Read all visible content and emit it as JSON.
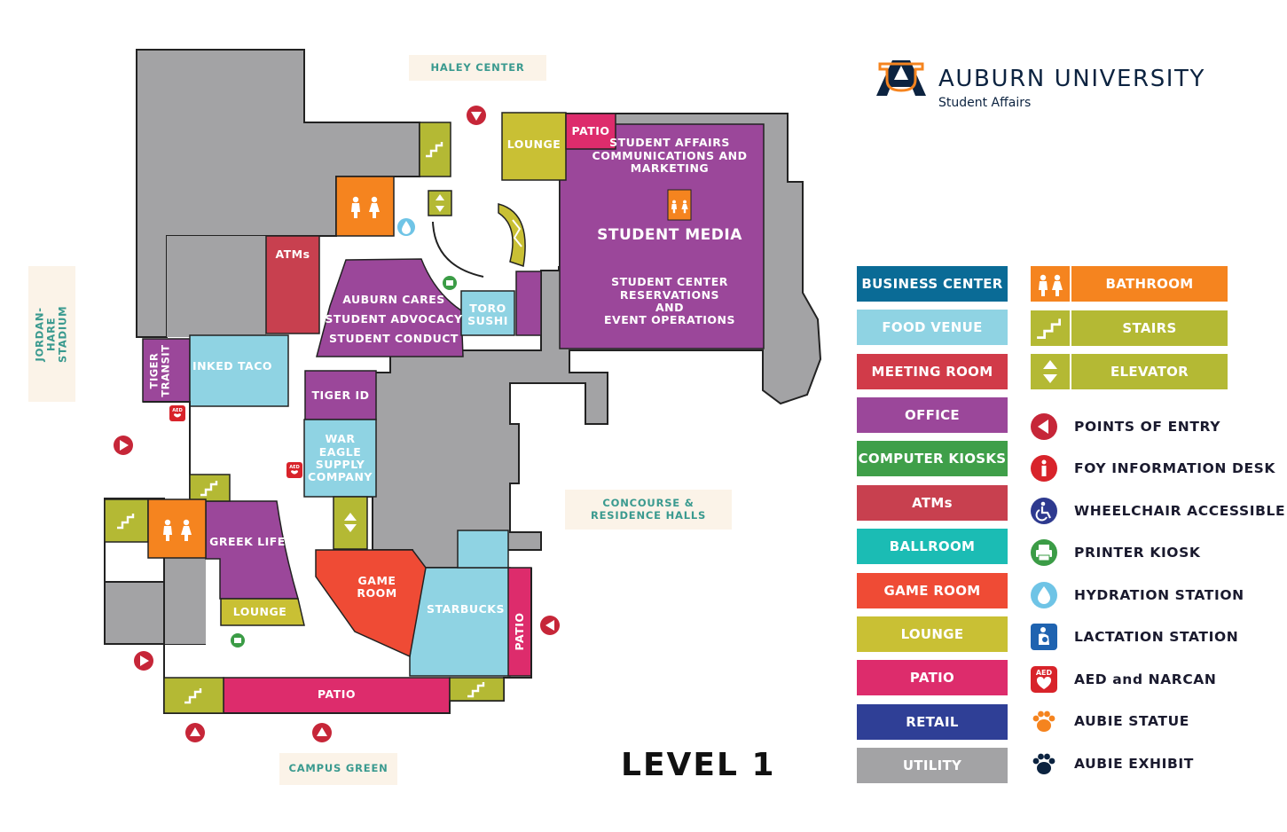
{
  "level_title": "LEVEL 1",
  "brand": {
    "name": "AUBURN UNIVERSITY",
    "sub": "Student Affairs"
  },
  "directions": {
    "north": "HALEY CENTER",
    "west": "JORDAN-HARE\nSTADIUM",
    "east": "CONCOURSE &\nRESIDENCE HALLS",
    "south": "CAMPUS GREEN"
  },
  "rooms": {
    "lounge_top": "LOUNGE",
    "patio_top": "PATIO",
    "sa_comm": "STUDENT AFFAIRS\nCOMMUNICATIONS AND\nMARKETING",
    "student_media": "STUDENT MEDIA",
    "reservations": "STUDENT CENTER\nRESERVATIONS\nAND\nEVENT OPERATIONS",
    "atms": "ATMs",
    "auburn_cares": "AUBURN CARES",
    "student_advocacy": "STUDENT ADVOCACY",
    "student_conduct": "STUDENT CONDUCT",
    "toro_sushi": "TORO\nSUSHI",
    "tiger_transit": "TIGER\nTRANSIT",
    "inked_taco": "INKED TACO",
    "tiger_id": "TIGER ID",
    "war_eagle": "WAR EAGLE\nSUPPLY\nCOMPANY",
    "greek_life": "GREEK LIFE",
    "lounge_bottom": "LOUNGE",
    "game_room": "GAME\nROOM",
    "starbucks": "STARBUCKS",
    "patio_right": "PATIO",
    "patio_bottom": "PATIO"
  },
  "legend_categories": [
    {
      "label": "BUSINESS CENTER",
      "color": "#0a6b96"
    },
    {
      "label": "FOOD VENUE",
      "color": "#8fd3e3"
    },
    {
      "label": "MEETING ROOM",
      "color": "#d13b49"
    },
    {
      "label": "OFFICE",
      "color": "#9b479a"
    },
    {
      "label": "COMPUTER KIOSKS",
      "color": "#3f9f49"
    },
    {
      "label": "ATMs",
      "color": "#c8404f"
    },
    {
      "label": "BALLROOM",
      "color": "#1bbcb4"
    },
    {
      "label": "GAME ROOM",
      "color": "#ef4b35"
    },
    {
      "label": "LOUNGE",
      "color": "#c9c034"
    },
    {
      "label": "PATIO",
      "color": "#dd2c6c"
    },
    {
      "label": "RETAIL",
      "color": "#2f3f96"
    },
    {
      "label": "UTILITY",
      "color": "#a3a3a5"
    }
  ],
  "legend_facilities": [
    {
      "label": "BATHROOM",
      "color": "#f5841f",
      "icon": "bathroom-icon"
    },
    {
      "label": "STAIRS",
      "color": "#b4b934",
      "icon": "stairs-icon"
    },
    {
      "label": "ELEVATOR",
      "color": "#b4b934",
      "icon": "elevator-icon"
    }
  ],
  "legend_symbols": [
    {
      "label": "POINTS OF ENTRY",
      "icon": "entry-point-icon",
      "color": "#c62638"
    },
    {
      "label": "FOY INFORMATION DESK",
      "icon": "info-desk-icon",
      "color": "#d8232a"
    },
    {
      "label": "WHEELCHAIR ACCESSIBLE",
      "icon": "wheelchair-icon",
      "color": "#2e3a8f"
    },
    {
      "label": "PRINTER KIOSK",
      "icon": "printer-icon",
      "color": "#3b9c46"
    },
    {
      "label": "HYDRATION STATION",
      "icon": "hydration-icon",
      "color": "#6fc4e6"
    },
    {
      "label": "LACTATION STATION",
      "icon": "lactation-icon",
      "color": "#1f63b0"
    },
    {
      "label": "AED and NARCAN",
      "icon": "aed-icon",
      "color": "#d8232a",
      "badge": "AED"
    },
    {
      "label": "AUBIE STATUE",
      "icon": "paw-orange-icon",
      "color": "#f5841f"
    },
    {
      "label": "AUBIE EXHIBIT",
      "icon": "paw-navy-icon",
      "color": "#0c2340"
    }
  ],
  "colors": {
    "utility": "#a3a3a5",
    "office": "#9b479a",
    "food": "#8fd3e3",
    "atm": "#c8404f",
    "game": "#ef4b35",
    "lounge": "#c9c034",
    "stairs": "#b4b934",
    "patio": "#dd2c6c",
    "bathroom": "#f5841f",
    "navy": "#0c2340"
  }
}
